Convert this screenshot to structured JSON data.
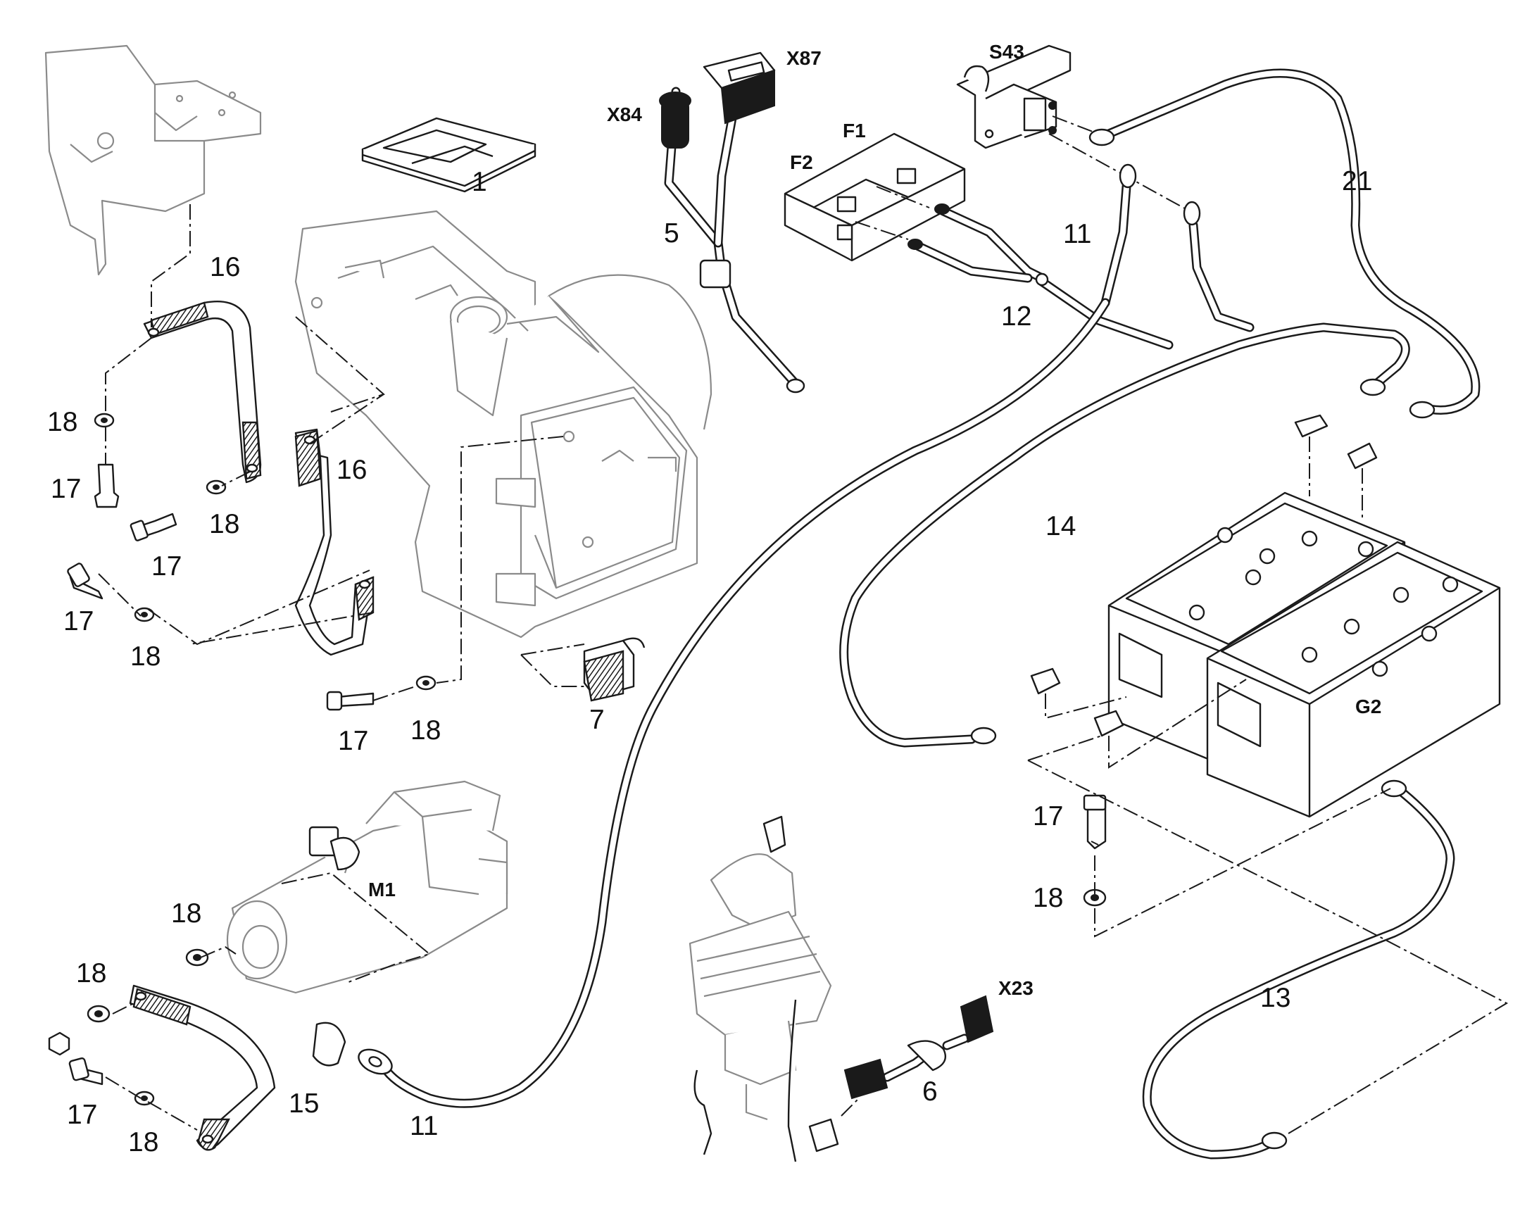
{
  "diagram": {
    "callouts": {
      "p1": "1",
      "p5": "5",
      "p6": "6",
      "p7": "7",
      "p11_top": "11",
      "p11_bottom": "11",
      "p12": "12",
      "p13": "13",
      "p14": "14",
      "p15": "15",
      "p16_top": "16",
      "p16_mid": "16",
      "p17_a": "17",
      "p17_b": "17",
      "p17_c": "17",
      "p17_d": "17",
      "p17_e": "17",
      "p17_f": "17",
      "p18_a": "18",
      "p18_b": "18",
      "p18_c": "18",
      "p18_d": "18",
      "p18_e": "18",
      "p18_f": "18",
      "p18_g": "18",
      "p18_h": "18",
      "p21": "21"
    },
    "codes": {
      "x84": "X84",
      "x87": "X87",
      "s43": "S43",
      "f1": "F1",
      "f2": "F2",
      "m1": "M1",
      "g2": "G2",
      "x23": "X23"
    }
  }
}
